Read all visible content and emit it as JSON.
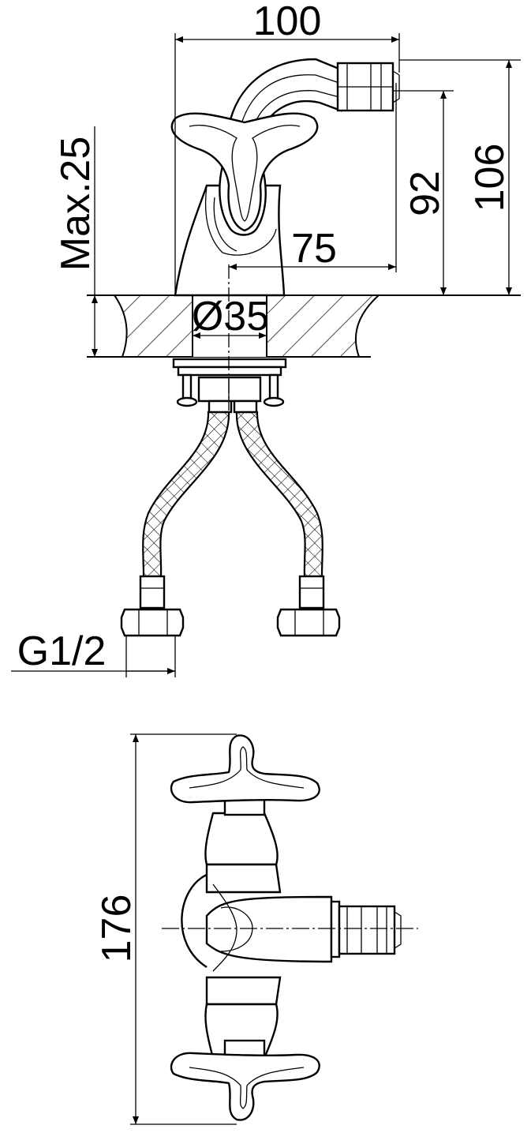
{
  "dimensions": {
    "width_top": "100",
    "height_total": "106",
    "height_spout": "92",
    "reach": "75",
    "diameter": "Ø35",
    "max_thickness": "Max.25",
    "thread": "G1/2",
    "length_plan": "176"
  },
  "colors": {
    "line": "#000000",
    "background": "#ffffff"
  }
}
